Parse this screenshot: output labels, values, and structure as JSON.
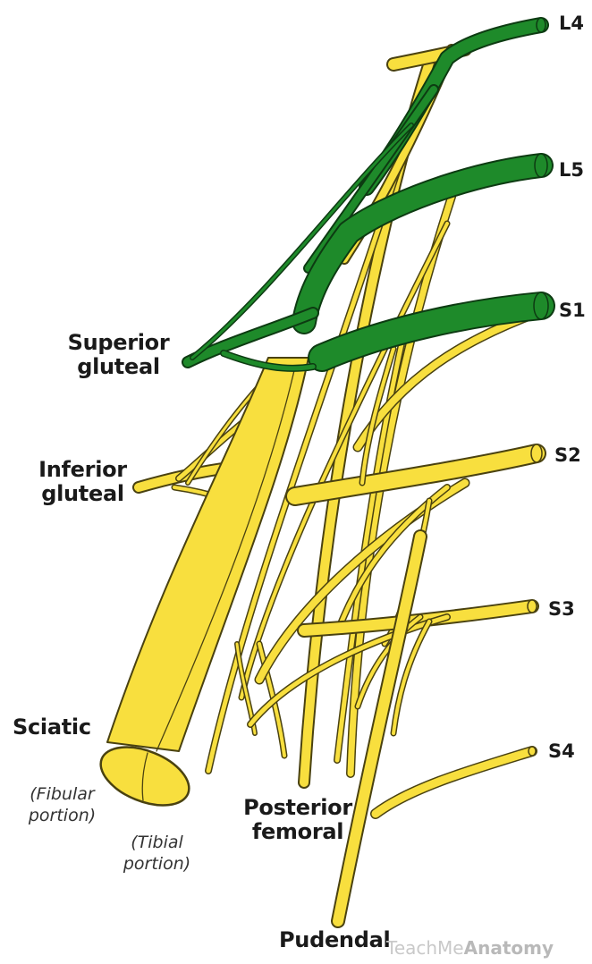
{
  "colors": {
    "yellow": "#f8df3e",
    "yellow_outline": "#4a4210",
    "green": "#1e8a2a",
    "green_outline": "#0d3b12",
    "label": "#1a1a1a"
  },
  "roots": {
    "l4": "L4",
    "l5": "L5",
    "s1": "S1",
    "s2": "S2",
    "s3": "S3",
    "s4": "S4"
  },
  "nerves": {
    "superior_gluteal": {
      "line1": "Superior",
      "line2": "gluteal"
    },
    "inferior_gluteal": {
      "line1": "Inferior",
      "line2": "gluteal"
    },
    "sciatic": {
      "name": "Sciatic",
      "fibular_line1": "(Fibular",
      "fibular_line2": "portion)",
      "tibial_line1": "(Tibial",
      "tibial_line2": "portion)"
    },
    "posterior_femoral": {
      "line1": "Posterior",
      "line2": "femoral"
    },
    "pudendal": {
      "name": "Pudendal"
    }
  },
  "watermark": {
    "prefix": "TeachMe",
    "brand": "Anatomy"
  }
}
